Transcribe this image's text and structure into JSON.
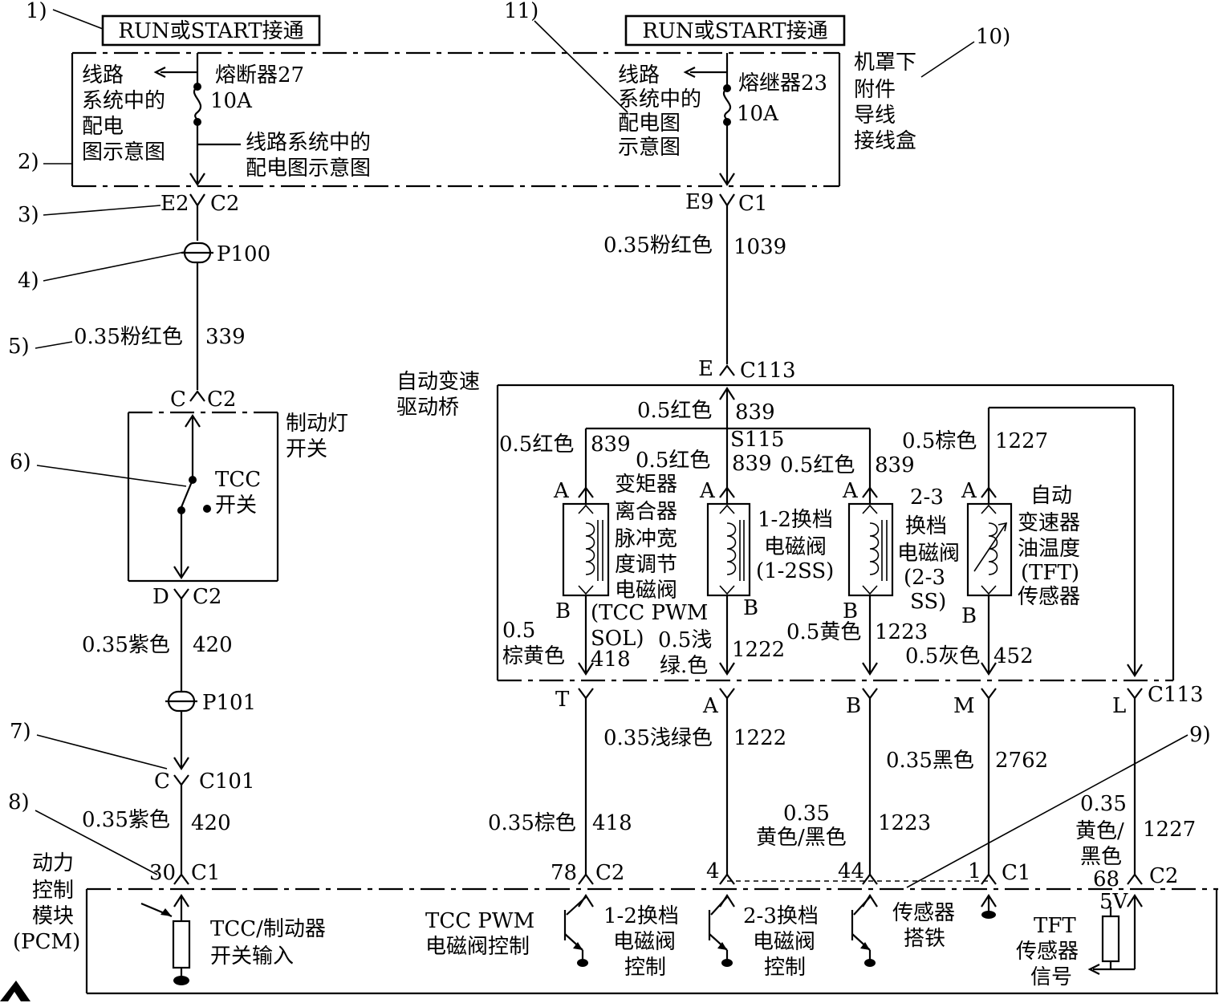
{
  "callouts": [
    "1)",
    "2)",
    "3)",
    "4)",
    "5)",
    "6)",
    "7)",
    "8)",
    "9)",
    "10)",
    "11)"
  ],
  "top": {
    "run_start": "RUN或START接通",
    "left_box": {
      "circuit_note": [
        "线路",
        "系统中的",
        "配电",
        "图示意图"
      ],
      "fuse_name": "熔断器27",
      "fuse_rating": "10A",
      "circuit_note2": [
        "线路系统中的",
        "配电图示意图"
      ]
    },
    "right_box": {
      "circuit_note": [
        "线路",
        "系统中的",
        "配电图",
        "示意图"
      ],
      "fuse_name": "熔继器23",
      "fuse_rating": "10A"
    },
    "junction_box": [
      "机罩下",
      "附件",
      "导线",
      "接线盒"
    ]
  },
  "left_branch": {
    "conn_e2": "E2",
    "conn_c2_a": "C2",
    "p100": "P100",
    "wire_339": {
      "label": "0.35粉红色",
      "num": "339"
    },
    "conn_c": "C",
    "conn_c2_b": "C2",
    "brake_switch": [
      "制动灯",
      "开关"
    ],
    "tcc_switch": [
      "TCC",
      "开关"
    ],
    "conn_d": "D",
    "conn_c2_c": "C2",
    "wire_420a": {
      "label": "0.35紫色",
      "num": "420"
    },
    "p101": "P101",
    "conn_c101_pin": "C",
    "conn_c101": "C101",
    "wire_420b": {
      "label": "0.35紫色",
      "num": "420"
    },
    "pin30": "30",
    "conn_c1": "C1"
  },
  "right_branch": {
    "conn_e9": "E9",
    "conn_c1": "C1",
    "wire_1039": {
      "label": "0.35粉红色",
      "num": "1039"
    },
    "conn_e": "E",
    "conn_c113": "C113",
    "trans_axle": [
      "自动变速",
      "驱动桥"
    ],
    "wire_839_top": {
      "label": "0.5红色",
      "num": "839"
    },
    "splice": "S115",
    "wire_839_a": {
      "label": "0.5红色",
      "num": "839"
    },
    "wire_839_b": {
      "label": "0.5红色",
      "num": "839"
    },
    "wire_839_c": {
      "label": "0.5红色",
      "num": "839"
    },
    "wire_1227_top": {
      "label": "0.5棕色",
      "num": "1227"
    },
    "pin_a": "A",
    "pin_b": "B",
    "tcc_valve": [
      "变矩器",
      "离合器",
      "脉冲宽",
      "度调节",
      "电磁阀"
    ],
    "tcc_valve_en": [
      "(TCC PWM",
      "SOL)"
    ],
    "ss12": [
      "1-2换档",
      "电磁阀",
      "(1-2SS)"
    ],
    "ss23": [
      "2-3",
      "换档",
      "电磁阀",
      "(2-3",
      "SS)"
    ],
    "tft": [
      "自动",
      "变速器",
      "油温度",
      "(TFT)",
      "传感器"
    ],
    "wire_418_in": {
      "label": [
        "0.5",
        "棕黄色"
      ],
      "num": "418"
    },
    "wire_1222_in": {
      "label": [
        "0.5浅",
        "绿.色"
      ],
      "num": "1222"
    },
    "wire_1223_in": {
      "label": "0.5黄色",
      "num": "1223"
    },
    "wire_452": {
      "label": "0.5灰色",
      "num": "452"
    },
    "conn_t": "T",
    "conn_a": "A",
    "conn_b": "B",
    "conn_m": "M",
    "conn_l": "L",
    "conn_c113_b": "C113",
    "wire_1222": {
      "label": "0.35浅绿色",
      "num": "1222"
    },
    "wire_2762": {
      "label": "0.35黑色",
      "num": "2762"
    },
    "wire_418": {
      "label": "0.35棕色",
      "num": "418"
    },
    "wire_1223": {
      "label": [
        "0.35",
        "黄色/黑色"
      ],
      "num": "1223"
    },
    "wire_1227": {
      "label": [
        "0.35",
        "黄色/",
        "黑色"
      ],
      "num": "1227"
    }
  },
  "pcm": {
    "title": [
      "动力",
      "控制",
      "模块",
      "(PCM)"
    ],
    "pin78": "78",
    "c2": "C2",
    "pin4": "4",
    "pin44": "44",
    "pin1": "1",
    "c1": "C1",
    "pin68": "68",
    "c2b": "C2",
    "tcc_input": [
      "TCC/制动器",
      "开关输入"
    ],
    "tcc_pwm_ctrl": [
      "TCC PWM",
      "电磁阀控制"
    ],
    "ctrl12": [
      "1-2换档",
      "电磁阀",
      "控制"
    ],
    "ctrl23": [
      "2-3换档",
      "电磁阀",
      "控制"
    ],
    "sensor_gnd": [
      "传感器",
      "搭铁"
    ],
    "five_v": "5V",
    "tft_signal": [
      "TFT",
      "传感器",
      "信号"
    ]
  }
}
